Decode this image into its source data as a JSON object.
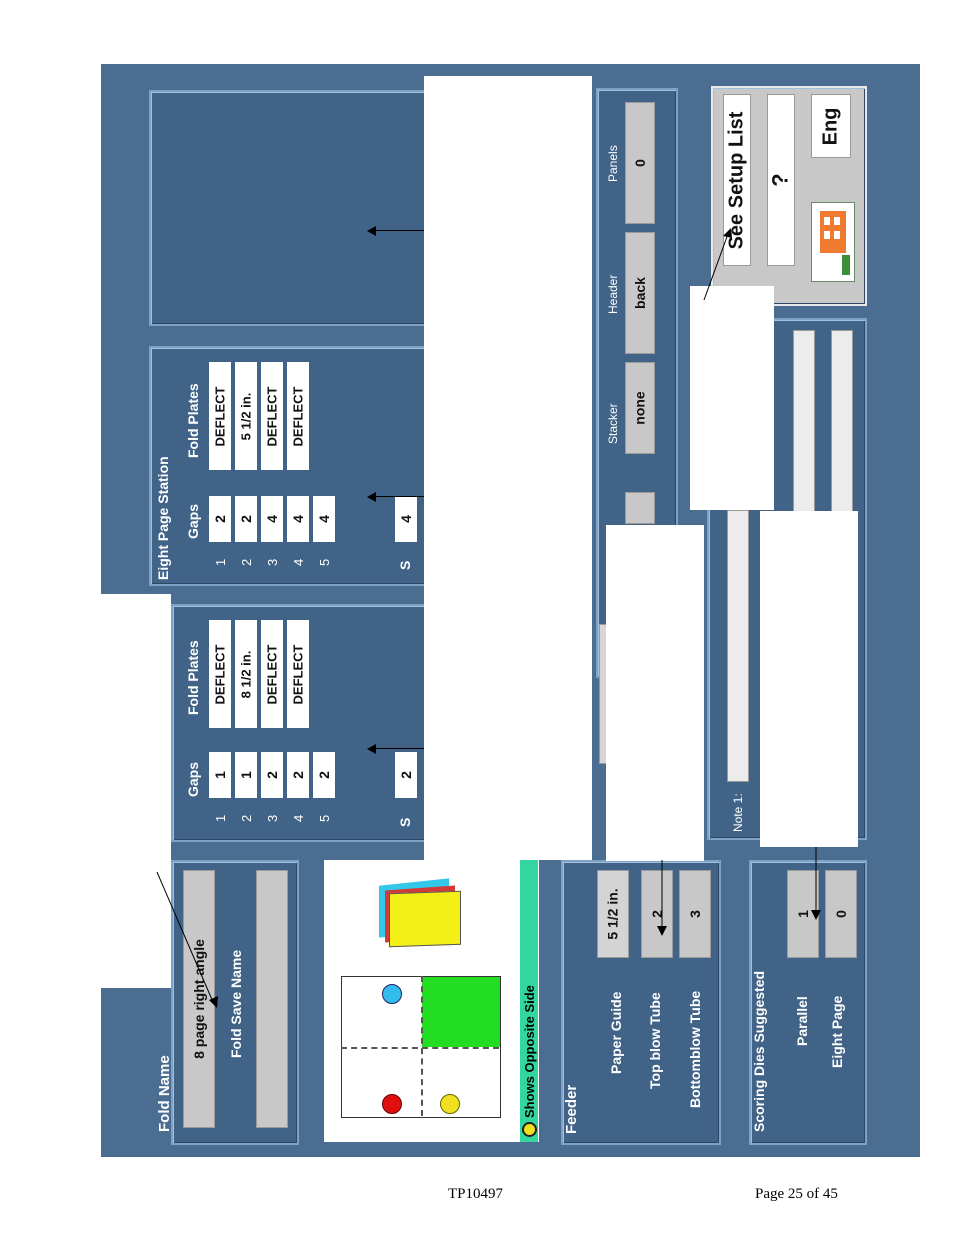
{
  "fold": {
    "name_label": "Fold Name",
    "name_value": "8 page right angle",
    "save_name_label": "Fold Save Name",
    "save_name_value": ""
  },
  "diagram": {
    "opposite_side_label": "Shows Opposite Side",
    "colors": {
      "green": "#22dd22",
      "cyan": "#33bbee",
      "red": "#e01010",
      "yellow": "#f0e020",
      "teal_bar": "#33d6a0"
    }
  },
  "feeder": {
    "title": "Feeder",
    "paper_guide_label": "Paper Guide",
    "paper_guide_value": "5 1/2 in.",
    "top_blow_label": "Top blow Tube",
    "top_blow_value": "2",
    "bottom_blow_label": "Bottomblow Tube",
    "bottom_blow_value": "3"
  },
  "scoring": {
    "title": "Scoring Dies Suggested",
    "parallel_label": "Parallel",
    "parallel_value": "1",
    "eight_page_label": "Eight Page",
    "eight_page_value": "0"
  },
  "station1": {
    "gaps_header": "Gaps",
    "plates_header": "Fold Plates",
    "row_numbers": [
      "1",
      "2",
      "3",
      "4",
      "5"
    ],
    "gaps": [
      "1",
      "1",
      "2",
      "2",
      "2"
    ],
    "plates": [
      "DEFLECT",
      "8 1/2 in.",
      "DEFLECT",
      "DEFLECT"
    ],
    "s_label": "S",
    "s_value": "2"
  },
  "station2": {
    "title": "Eight Page Station",
    "gaps_header": "Gaps",
    "plates_header": "Fold Plates",
    "row_numbers": [
      "1",
      "2",
      "3",
      "4",
      "5"
    ],
    "gaps": [
      "2",
      "2",
      "4",
      "4",
      "4"
    ],
    "plates": [
      "DEFLECT",
      "5 1/2 in.",
      "DEFLECT",
      "DEFLECT"
    ],
    "s_label": "S",
    "s_value": "4"
  },
  "delivery": {
    "stacker_label": "Stacker",
    "stacker_value": "none",
    "header_label": "Header",
    "header_value": "back",
    "panels_label": "Panels",
    "panels_value": "0"
  },
  "notes": {
    "note1_label": "Note 1:"
  },
  "buttons": {
    "setup_list": "See Setup List",
    "help": "?",
    "language": "Eng"
  },
  "footer": {
    "doc_id": "TP10497",
    "page": "Page 25 of 45"
  }
}
